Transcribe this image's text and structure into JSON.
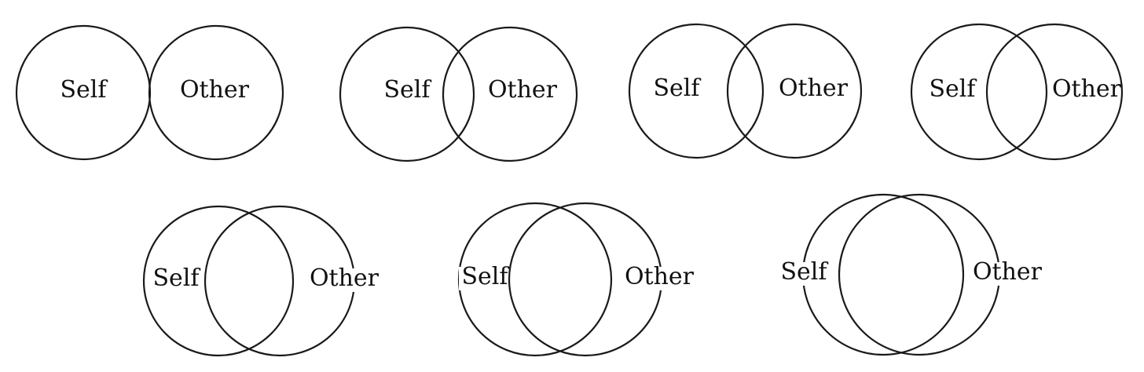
{
  "labels": {
    "self": "Self",
    "other": "Other"
  },
  "items": [
    {
      "id": 1,
      "self": "Self",
      "other": "Other"
    },
    {
      "id": 2,
      "self": "Self",
      "other": "Other"
    },
    {
      "id": 3,
      "self": "Self",
      "other": "Other"
    },
    {
      "id": 4,
      "self": "Self",
      "other": "Other"
    },
    {
      "id": 5,
      "self": "Self",
      "other": "Other"
    },
    {
      "id": 6,
      "self": "Self",
      "other": "Other"
    },
    {
      "id": 7,
      "self": "Self",
      "other": "Other"
    }
  ]
}
